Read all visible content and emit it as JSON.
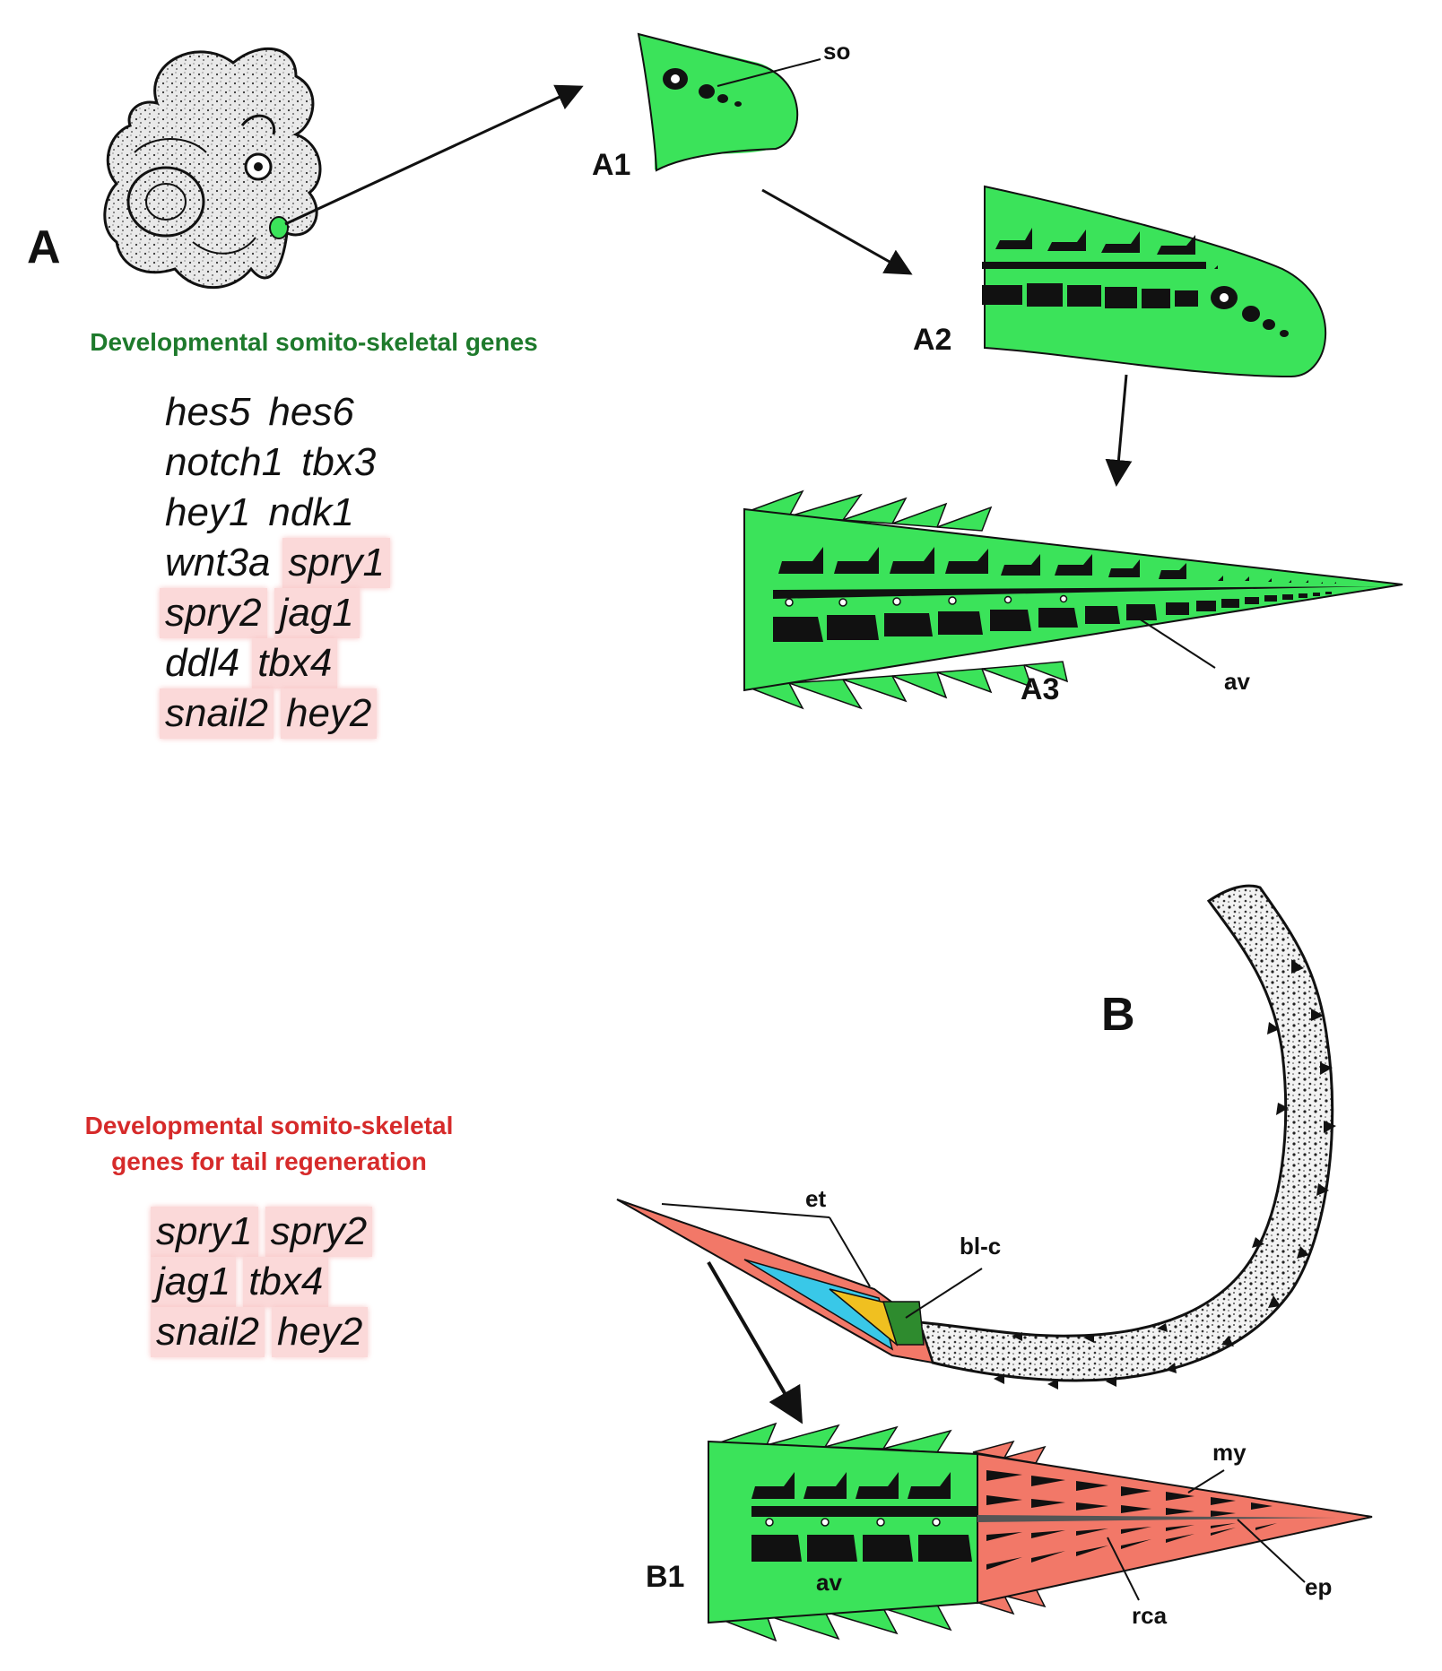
{
  "panel_labels": {
    "A": "A",
    "A1": "A1",
    "A2": "A2",
    "A3": "A3",
    "B": "B",
    "B1": "B1"
  },
  "annotations": {
    "so": "so",
    "av_a3": "av",
    "et": "et",
    "bl_c": "bl-c",
    "my": "my",
    "av_b1": "av",
    "ep": "ep",
    "rca": "rca"
  },
  "headings": {
    "developmental": "Developmental somito-skeletal genes",
    "regeneration_line1": "Developmental somito-skeletal",
    "regeneration_line2": "genes for tail regeneration"
  },
  "developmental_genes": [
    [
      "hes5",
      "hes6"
    ],
    [
      "notch1",
      "tbx3"
    ],
    [
      "hey1",
      "ndk1"
    ],
    [
      "wnt3a",
      "spry1"
    ],
    [
      "spry2",
      "jag1"
    ],
    [
      "ddl4",
      "tbx4"
    ],
    [
      "snail2",
      "hey2"
    ]
  ],
  "regeneration_genes": [
    [
      "spry1",
      "spry2"
    ],
    [
      "jag1",
      "tbx4"
    ],
    [
      "snail2",
      "hey2"
    ]
  ],
  "colors": {
    "green": "#3be35a",
    "red": "#f27868",
    "heading_green": "#1e7a2c",
    "heading_red": "#d62a2a",
    "highlight": "#fbd9d9",
    "cyan": "#39c8e8",
    "yellow": "#f0c020",
    "darkgreen": "#2e8b2e"
  }
}
